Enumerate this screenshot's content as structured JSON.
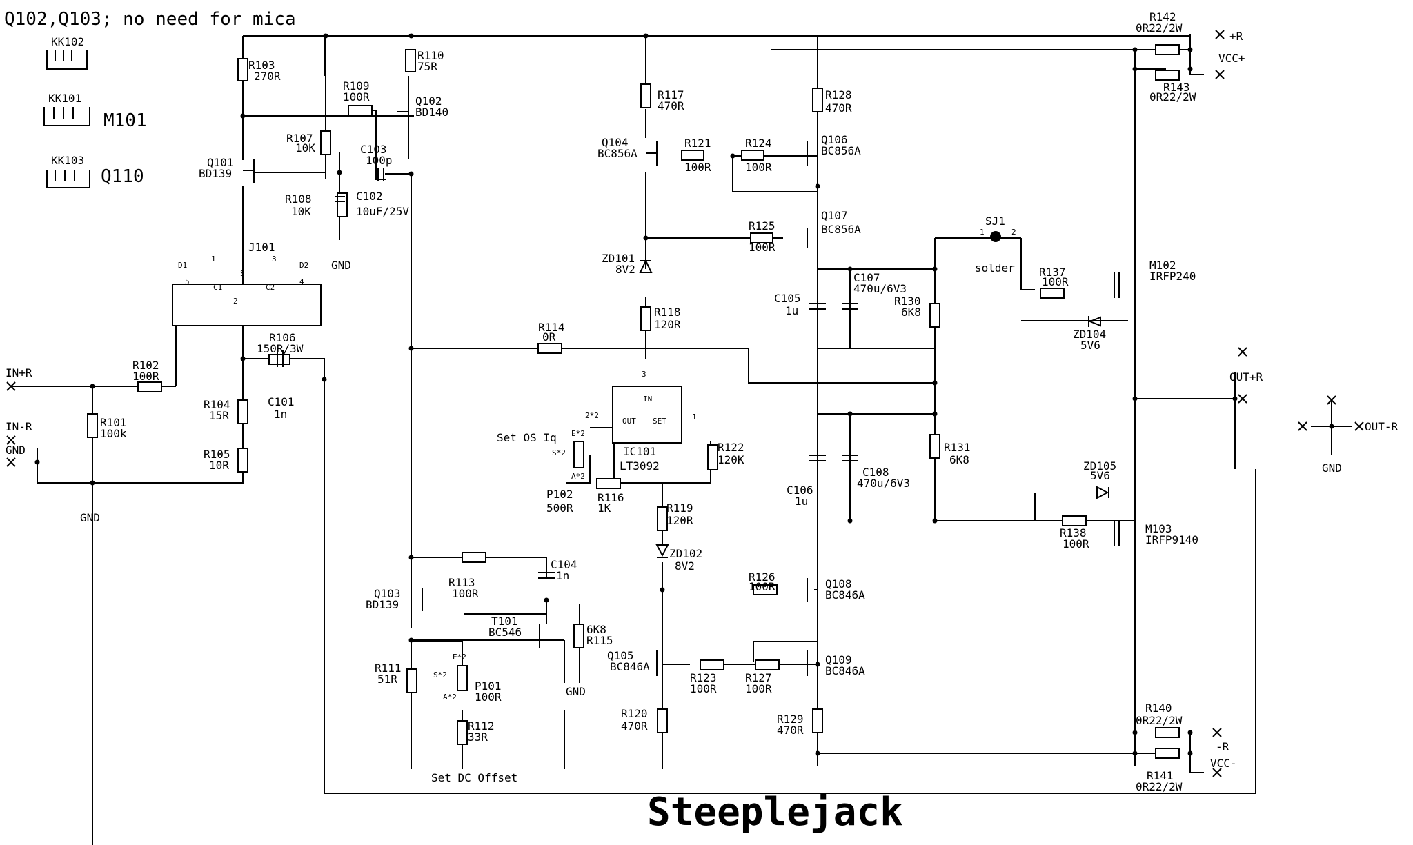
{
  "title": "Steeplejack",
  "note": "Q102,Q103; no need for mica",
  "heatsinks": [
    {
      "ref": "KK102",
      "part": ""
    },
    {
      "ref": "KK101",
      "part": "M101"
    },
    {
      "ref": "KK103",
      "part": "Q110"
    }
  ],
  "components": {
    "R103": {
      "ref": "R103",
      "value": "270R"
    },
    "R110": {
      "ref": "R110",
      "value": "75R"
    },
    "R109": {
      "ref": "R109",
      "value": "100R"
    },
    "Q102": {
      "ref": "Q102",
      "value": "BD140"
    },
    "R107": {
      "ref": "R107",
      "value": "10K"
    },
    "C103": {
      "ref": "C103",
      "value": "100p"
    },
    "Q101": {
      "ref": "Q101",
      "value": "BD139"
    },
    "R108": {
      "ref": "R108",
      "value": "10K"
    },
    "C102": {
      "ref": "C102",
      "value": "10uF/25V"
    },
    "J101": {
      "ref": "J101",
      "value": ""
    },
    "R106": {
      "ref": "R106",
      "value": "150R/3W"
    },
    "R102": {
      "ref": "R102",
      "value": "100R"
    },
    "C101": {
      "ref": "C101",
      "value": "1n"
    },
    "R104": {
      "ref": "R104",
      "value": "15R"
    },
    "R101": {
      "ref": "R101",
      "value": "100k"
    },
    "R105": {
      "ref": "R105",
      "value": "10R"
    },
    "R117": {
      "ref": "R117",
      "value": "470R"
    },
    "Q104": {
      "ref": "Q104",
      "value": "BC856A"
    },
    "R121": {
      "ref": "R121",
      "value": "100R"
    },
    "R124": {
      "ref": "R124",
      "value": "100R"
    },
    "Q106": {
      "ref": "Q106",
      "value": "BC856A"
    },
    "R128": {
      "ref": "R128",
      "value": "470R"
    },
    "R125": {
      "ref": "R125",
      "value": "100R"
    },
    "Q107": {
      "ref": "Q107",
      "value": "BC856A"
    },
    "ZD101": {
      "ref": "ZD101",
      "value": "8V2"
    },
    "R118": {
      "ref": "R118",
      "value": "120R"
    },
    "R114": {
      "ref": "R114",
      "value": "0R"
    },
    "C107": {
      "ref": "C107",
      "value": "470u/6V3"
    },
    "C105": {
      "ref": "C105",
      "value": "1u"
    },
    "R130": {
      "ref": "R130",
      "value": "6K8"
    },
    "IC101": {
      "ref": "IC101",
      "value": "LT3092"
    },
    "R122": {
      "ref": "R122",
      "value": "120K"
    },
    "P102": {
      "ref": "P102",
      "value": "500R"
    },
    "R116": {
      "ref": "R116",
      "value": "1K"
    },
    "R119": {
      "ref": "R119",
      "value": "120R"
    },
    "ZD102": {
      "ref": "ZD102",
      "value": "8V2"
    },
    "C104": {
      "ref": "C104",
      "value": "1n"
    },
    "Q103": {
      "ref": "Q103",
      "value": "BD139"
    },
    "R113": {
      "ref": "R113",
      "value": "100R"
    },
    "T101": {
      "ref": "T101",
      "value": "BC546"
    },
    "R115": {
      "ref": "R115",
      "value": "6K8"
    },
    "R111": {
      "ref": "R111",
      "value": "51R"
    },
    "P101": {
      "ref": "P101",
      "value": "100R"
    },
    "R112": {
      "ref": "R112",
      "value": "33R"
    },
    "R126": {
      "ref": "R126",
      "value": "100R"
    },
    "Q108": {
      "ref": "Q108",
      "value": "BC846A"
    },
    "Q105": {
      "ref": "Q105",
      "value": "BC846A"
    },
    "R123": {
      "ref": "R123",
      "value": "100R"
    },
    "R127": {
      "ref": "R127",
      "value": "100R"
    },
    "Q109": {
      "ref": "Q109",
      "value": "BC846A"
    },
    "R120": {
      "ref": "R120",
      "value": "470R"
    },
    "R129": {
      "ref": "R129",
      "value": "470R"
    },
    "C106": {
      "ref": "C106",
      "value": "1u"
    },
    "C108": {
      "ref": "C108",
      "value": "470u/6V3"
    },
    "R131": {
      "ref": "R131",
      "value": "6K8"
    },
    "ZD105": {
      "ref": "ZD105",
      "value": "5V6"
    },
    "R138": {
      "ref": "R138",
      "value": "100R"
    },
    "M103": {
      "ref": "M103",
      "value": "IRFP9140"
    },
    "R137": {
      "ref": "R137",
      "value": "100R"
    },
    "M102": {
      "ref": "M102",
      "value": "IRFP240"
    },
    "ZD104": {
      "ref": "ZD104",
      "value": "5V6"
    },
    "SJ1": {
      "ref": "SJ1",
      "value": "solder"
    },
    "R142": {
      "ref": "R142",
      "value": "0R22/2W"
    },
    "R143": {
      "ref": "R143",
      "value": "0R22/2W"
    },
    "R140": {
      "ref": "R140",
      "value": "0R22/2W"
    },
    "R141": {
      "ref": "R141",
      "value": "0R22/2W"
    }
  },
  "nets": {
    "in_r": "IN+R",
    "in_n": "IN-R",
    "gnd": "GND",
    "out_r": "OUT+R",
    "out_n": "OUT-R",
    "plus_r": "+R",
    "minus_r": "-R",
    "vcc_p": "VCC+",
    "vcc_n": "VCC-"
  },
  "annotations": {
    "set_os": "Set OS Iq",
    "set_dc": "Set DC Offset",
    "d1": "D1",
    "d2": "D2",
    "ic_in": "IN",
    "ic_out": "OUT",
    "ic_set": "SET",
    "pin1": "1",
    "pin2": "2",
    "pin3": "3",
    "pin4": "4",
    "pin5": "5",
    "c1": "C1",
    "c2": "C2",
    "s": "S",
    "p_e2": "E*2",
    "p_s2": "S*2",
    "p_a2": "A*2",
    "p_2x2": "2*2"
  }
}
